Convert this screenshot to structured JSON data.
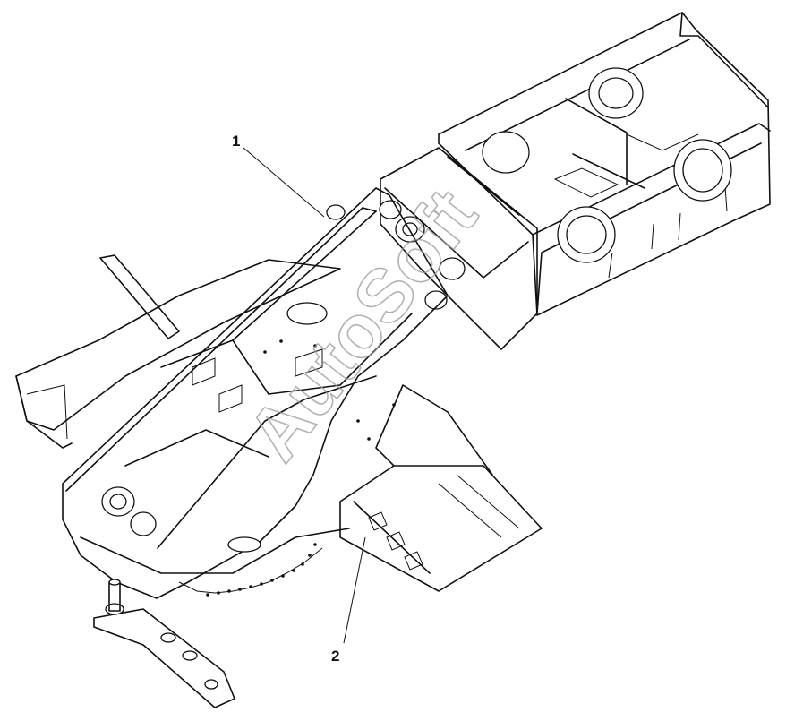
{
  "callouts": [
    {
      "label": "1"
    },
    {
      "label": "2"
    }
  ],
  "watermark": "AutoSoft",
  "colors": {
    "line": "#111111",
    "background": "#ffffff",
    "watermark": "#9a9a9a"
  }
}
